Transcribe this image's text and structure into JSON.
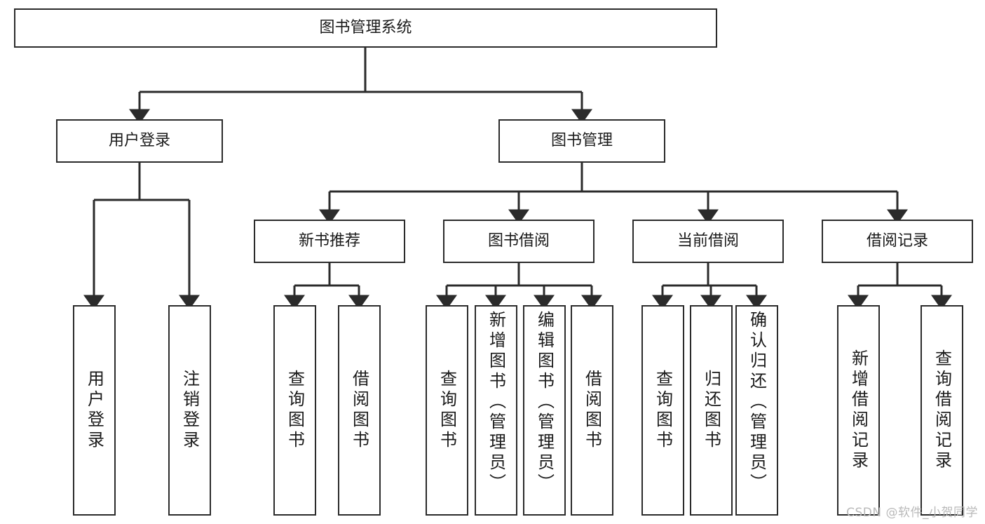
{
  "diagram": {
    "title": "图书管理系统",
    "type": "hierarchy-tree",
    "watermark": "CSDN @软件_小贺同学",
    "colors": {
      "stroke": "#2b2b2b",
      "fill": "#ffffff",
      "text": "#1a1a1a",
      "watermark": "#b9b9b9"
    },
    "root": {
      "label": "图书管理系统"
    },
    "level2": [
      {
        "label": "用户登录"
      },
      {
        "label": "图书管理"
      }
    ],
    "level3": [
      {
        "label": "新书推荐"
      },
      {
        "label": "图书借阅"
      },
      {
        "label": "当前借阅"
      },
      {
        "label": "借阅记录"
      }
    ],
    "leaves": {
      "user_login": [
        {
          "label": "用户登录"
        },
        {
          "label": "注销登录"
        }
      ],
      "new_book_recommend": [
        {
          "label": "查询图书"
        },
        {
          "label": "借阅图书"
        }
      ],
      "book_borrow": [
        {
          "label": "查询图书"
        },
        {
          "label": "新增图书（管理员）"
        },
        {
          "label": "编辑图书（管理员）"
        },
        {
          "label": "借阅图书"
        }
      ],
      "current_borrow": [
        {
          "label": "查询图书"
        },
        {
          "label": "归还图书"
        },
        {
          "label": "确认归还（管理员）"
        }
      ],
      "borrow_record": [
        {
          "label": "新增借阅记录"
        },
        {
          "label": "查询借阅记录"
        }
      ]
    }
  }
}
